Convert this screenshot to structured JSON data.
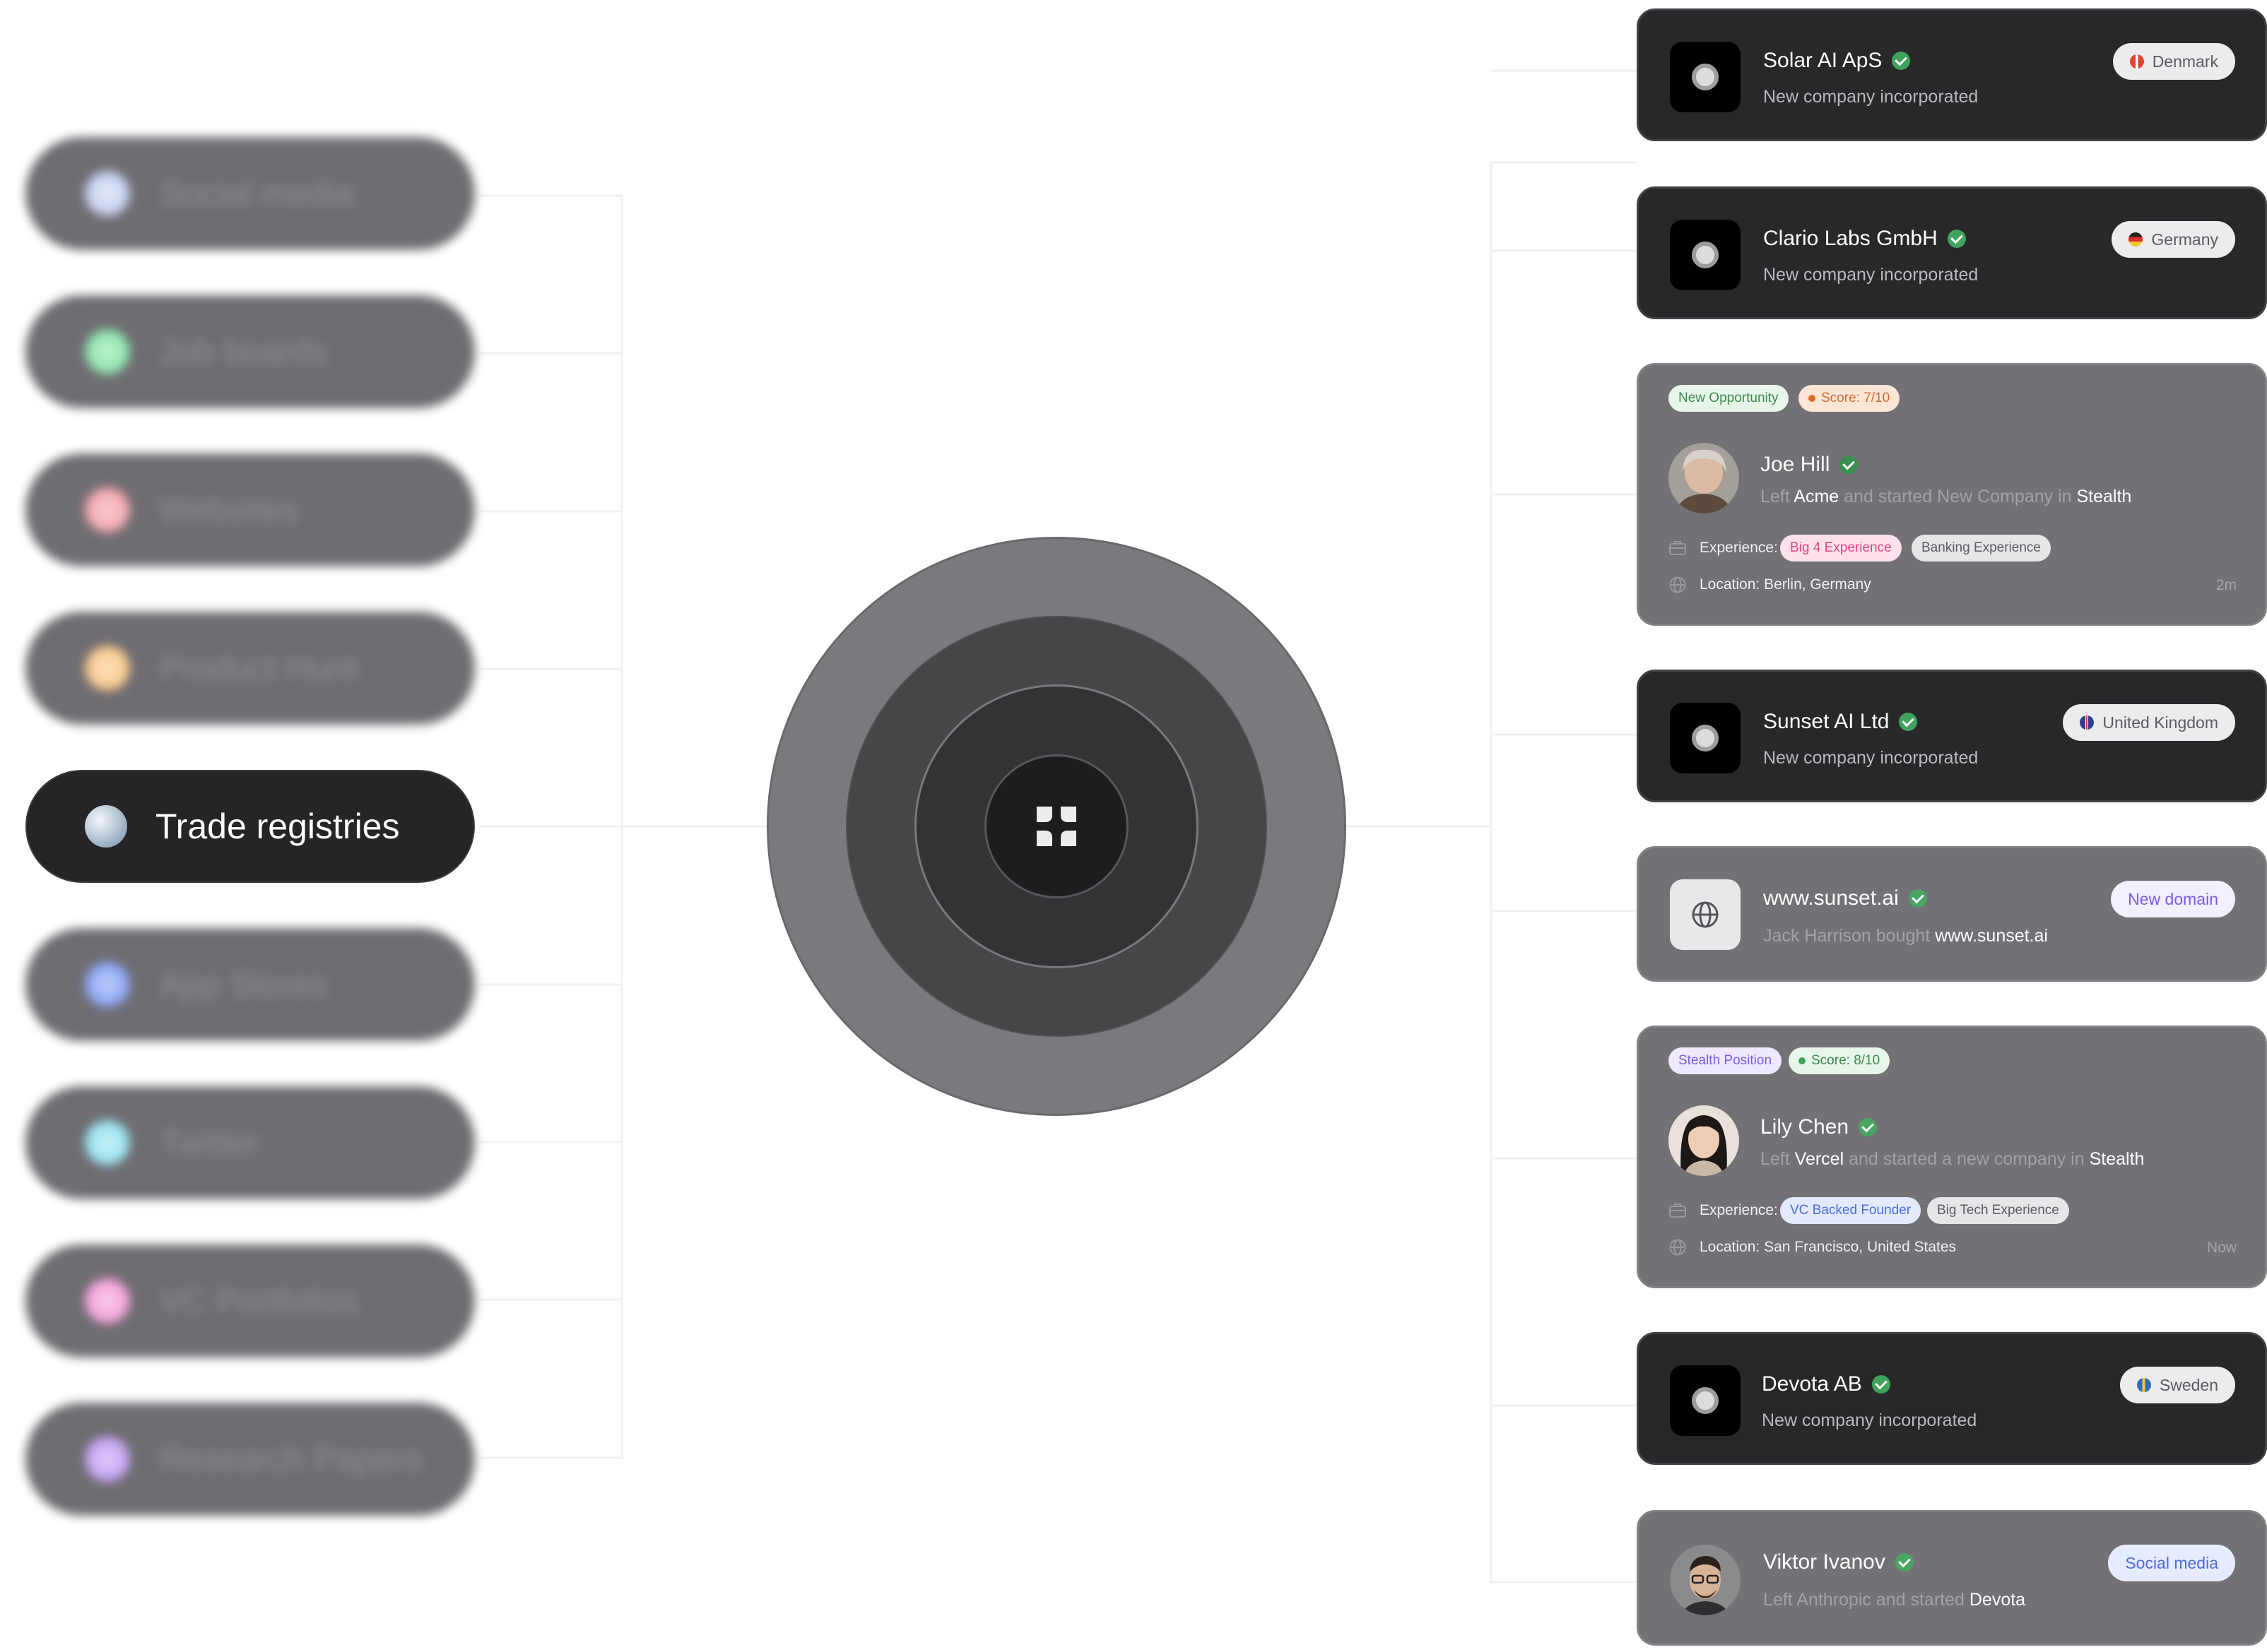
{
  "sources": [
    {
      "label": "Social media",
      "color": "#b7c7f0"
    },
    {
      "label": "Job boards",
      "color": "#7fe6a0"
    },
    {
      "label": "Websites",
      "color": "#f3a0aa"
    },
    {
      "label": "Product Hunt",
      "color": "#f6c98a"
    },
    {
      "label": "Trade registries",
      "active": true
    },
    {
      "label": "App Stores",
      "color": "#7f9cf5"
    },
    {
      "label": "Twitter",
      "color": "#8fe3f0"
    },
    {
      "label": "VC Portfolios",
      "color": "#f39ad8"
    },
    {
      "label": "Research Papers",
      "color": "#c49bf0"
    }
  ],
  "cards": {
    "solar": {
      "name": "Solar AI ApS",
      "subtitle": "New company incorporated",
      "country": "Denmark"
    },
    "clario": {
      "name": "Clario Labs GmbH",
      "subtitle": "New company incorporated",
      "country": "Germany"
    },
    "joe": {
      "tag1": "New Opportunity",
      "tag2": "Score: 7/10",
      "name": "Joe Hill",
      "act_left": "Left",
      "act_company": "Acme",
      "act_mid": "and started New Company in",
      "act_end": "Stealth",
      "exp_label": "Experience:",
      "exp1": "Big 4 Experience",
      "exp2": "Banking Experience",
      "location": "Location: Berlin, Germany",
      "time": "2m"
    },
    "sunset": {
      "name": "Sunset AI Ltd",
      "subtitle": "New company incorporated",
      "country": "United Kingdom"
    },
    "domain": {
      "name": "www.sunset.ai",
      "badge": "New domain",
      "sub_left": "Jack Harrison bought",
      "sub_domain": "www.sunset.ai"
    },
    "lily": {
      "tag1": "Stealth Position",
      "tag2": "Score: 8/10",
      "name": "Lily Chen",
      "act_left": "Left",
      "act_company": "Vercel",
      "act_mid": "and started a new company in",
      "act_end": "Stealth",
      "exp_label": "Experience:",
      "exp1": "VC Backed Founder",
      "exp2": "Big Tech Experience",
      "location": "Location: San Francisco, United States",
      "time": "Now"
    },
    "devota": {
      "name": "Devota AB",
      "subtitle": "New company incorporated",
      "country": "Sweden"
    },
    "viktor": {
      "name": "Viktor Ivanov",
      "badge": "Social media",
      "act_left": "Left Anthropic and started",
      "act_company": "Devota"
    }
  },
  "colors": {
    "dark_card": "#28272a",
    "gray_card": "#737176",
    "check": "#3fa35b",
    "hub_outer": "#7b797d"
  }
}
